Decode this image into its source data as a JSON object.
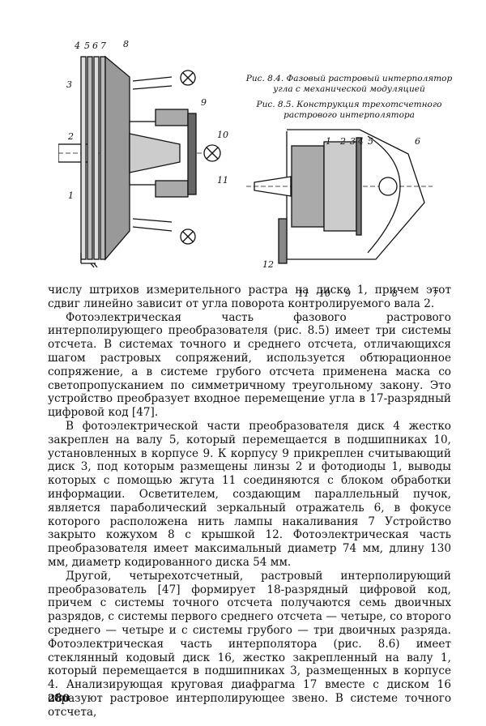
{
  "captions": {
    "fig84": "Рис. 8.4. Фазовый растровый интерполятор угла с механической модуляцией",
    "fig85": "Рис. 8.5. Конструкция трехотсчетного растрового интерполятора"
  },
  "fig84_labels": [
    "4",
    "5",
    "6",
    "7",
    "8",
    "3",
    "9",
    "2",
    "10",
    "11",
    "1"
  ],
  "fig85_labels": [
    "1",
    "2",
    "3",
    "4",
    "5",
    "6",
    "12",
    "11",
    "10",
    "9",
    "8",
    "7"
  ],
  "paragraphs": [
    "числу штрихов измерительного растра на диске 1, причем этот сдвиг линейно зависит от угла поворота контролируемого вала 2.",
    "Фотоэлектрическая часть фазового растрового интерполирующего преобразователя (рис. 8.5) имеет три системы отсчета. В системах точного и среднего отсчета, отличающихся шагом растровых сопряжений, используется обтюрационное сопряжение, а в системе грубого отсчета применена маска со светопропусканием по симметричному треугольному закону. Это устройство преобразует входное перемещение угла в 17-разрядный цифровой код [47].",
    "В фотоэлектрической части преобразователя диск 4 жестко закреплен на валу 5, который перемещается в подшипниках 10, установленных в корпусе 9. К корпусу 9 прикреплен считывающий диск 3, под которым размещены линзы 2 и фотодиоды 1, выводы которых с помощью жгута 11 соединяются с блоком обработки информации. Осветителем, создающим параллельный пучок, является параболический зеркальный отражатель 6, в фокусе которого расположена нить лампы накаливания 7 Устройство закрыто кожухом 8 с крышкой 12. Фотоэлектрическая часть преобразователя имеет максимальный диаметр 74 мм, длину 130 мм, диаметр кодированного диска 54 мм.",
    "Другой, четырехотсчетный, растровый интерполирующий преобразователь [47] формирует 18-разрядный цифровой код, причем с системы точного отсчета получаются семь двоичных разрядов, с системы первого среднего отсчета — четыре, со второго среднего — четыре и с системы грубого — три двоичных разряда. Фотоэлектрическая часть интерполятора (рис. 8.6) имеет стеклянный кодовый диск 16, жестко закрепленный на валу 1, который перемещается в подшипниках 3, размещенных в корпусе 4. Анализирующая круговая диафрагма 17 вместе с диском 16 образуют растровое интерполирующее звено. В системе точного отсчета,"
  ],
  "page_number": "280"
}
